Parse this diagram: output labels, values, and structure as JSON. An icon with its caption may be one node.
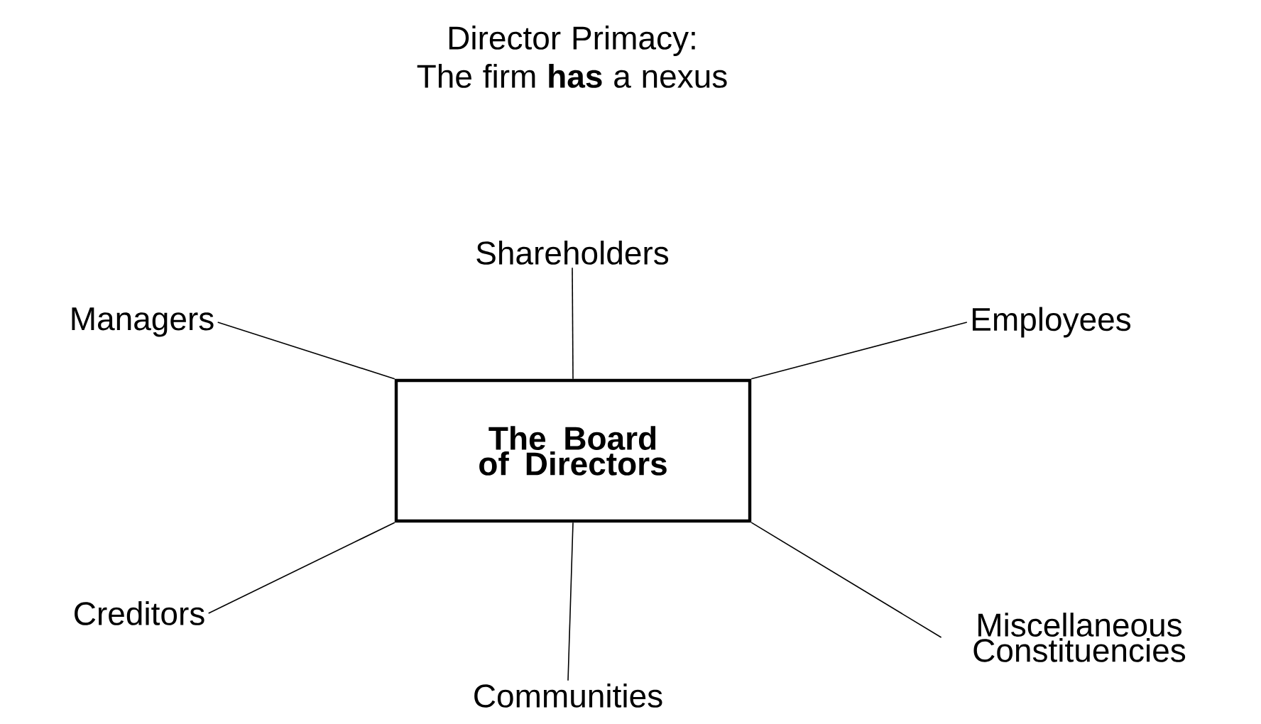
{
  "diagram": {
    "title": "Director Primacy: The firm **has** a nexus",
    "nodes": [
      {
        "text": [
          "The Board of Directors"
        ]
      },
      {
        "text": [
          "Shareholders"
        ]
      },
      {
        "text": [
          "Managers"
        ]
      },
      {
        "text": [
          "Employees"
        ]
      },
      {
        "text": [
          "Creditors"
        ]
      },
      {
        "text": [
          "Communities"
        ]
      },
      {
        "text": [
          "Miscellaneous Constituencies"
        ]
      }
    ],
    "edges": [
      {
        "from": 0,
        "to": 1,
        "arrow": "none"
      },
      {
        "from": 0,
        "to": 2,
        "arrow": "none"
      },
      {
        "from": 0,
        "to": 3,
        "arrow": "none"
      },
      {
        "from": 0,
        "to": 4,
        "arrow": "none"
      },
      {
        "from": 0,
        "to": 5,
        "arrow": "none"
      },
      {
        "from": 0,
        "to": 6,
        "arrow": "none"
      }
    ]
  }
}
